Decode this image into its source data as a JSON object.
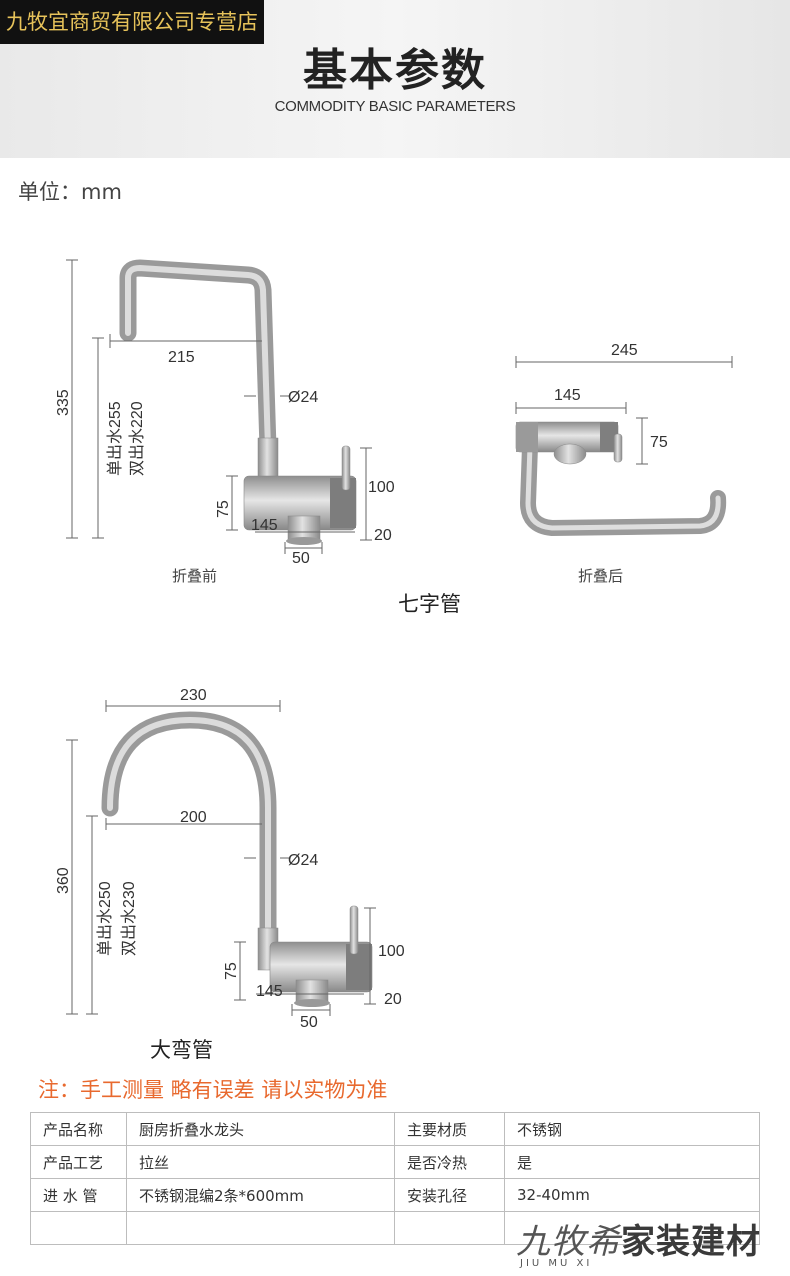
{
  "header": {
    "store_name": "九牧宜商贸有限公司专营店",
    "title": "基本参数",
    "subtitle": "COMMODITY BASIC PARAMETERS"
  },
  "unit_label": "单位：mm",
  "faucet_seven": {
    "name": "七字管",
    "caption_before": "折叠前",
    "caption_after": "折叠后",
    "dim_height": "335",
    "dim_outlet_single": "单出水255",
    "dim_outlet_double": "双出水220",
    "dim_reach": "215",
    "dim_diameter": "Ø24",
    "dim_body_height": "75",
    "dim_total_right": "100",
    "dim_base_right": "20",
    "dim_body_length": "145",
    "dim_base": "50",
    "folded_width": "245",
    "folded_body": "145",
    "folded_height": "75"
  },
  "faucet_big": {
    "name": "大弯管",
    "dim_height": "360",
    "dim_outlet_single": "单出水250",
    "dim_outlet_double": "双出水230",
    "dim_width": "230",
    "dim_reach": "200",
    "dim_diameter": "Ø24",
    "dim_body_height": "75",
    "dim_total_right": "100",
    "dim_base_right": "20",
    "dim_body_length": "145",
    "dim_base": "50"
  },
  "notice": "注：手工测量 略有误差 请以实物为准",
  "params": {
    "rows": [
      [
        "产品名称",
        "厨房折叠水龙头",
        "主要材质",
        "不锈钢"
      ],
      [
        "产品工艺",
        "拉丝",
        "是否冷热",
        "是"
      ],
      [
        "进 水 管",
        "不锈钢混编2条*600mm",
        "安装孔径",
        "32-40mm"
      ],
      [
        "",
        "",
        "",
        ""
      ]
    ]
  },
  "brand": {
    "logo_script": "九牧",
    "logo_mark": "希",
    "name": "家装建材",
    "romanization": "JIU MU XI"
  },
  "colors": {
    "notice": "#e8692e",
    "store_label_bg": "#111111",
    "store_label_text": "#e7c35a",
    "steel": "#b8b8b8"
  }
}
